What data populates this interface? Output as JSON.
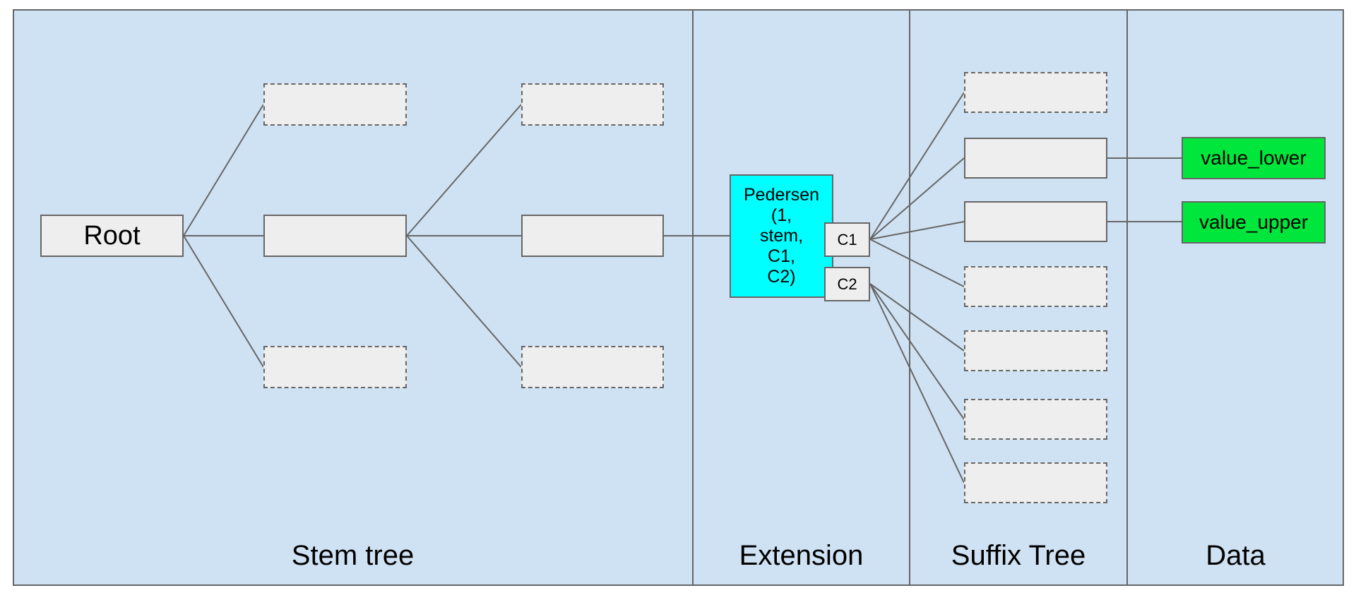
{
  "diagram": {
    "colors": {
      "background": "#cfe2f3",
      "box_fill": "#eeeeee",
      "box_border": "#666666",
      "connector": "#666666",
      "cyan_fill": "#00ffff",
      "green_fill": "#00e63c",
      "text": "#000000"
    },
    "sections": [
      {
        "label": "Stem tree"
      },
      {
        "label": "Extension"
      },
      {
        "label": "Suffix Tree"
      },
      {
        "label": "Data"
      }
    ],
    "nodes": {
      "root": {
        "label": "Root"
      },
      "pedersen": {
        "label": "Pedersen (1, stem, C1, C2)",
        "lines": [
          "Pedersen",
          "(1,",
          "stem,",
          "C1,",
          "C2)"
        ]
      },
      "c1": {
        "label": "C1"
      },
      "c2": {
        "label": "C2"
      },
      "value_lower": {
        "label": "value_lower"
      },
      "value_upper": {
        "label": "value_upper"
      }
    }
  }
}
